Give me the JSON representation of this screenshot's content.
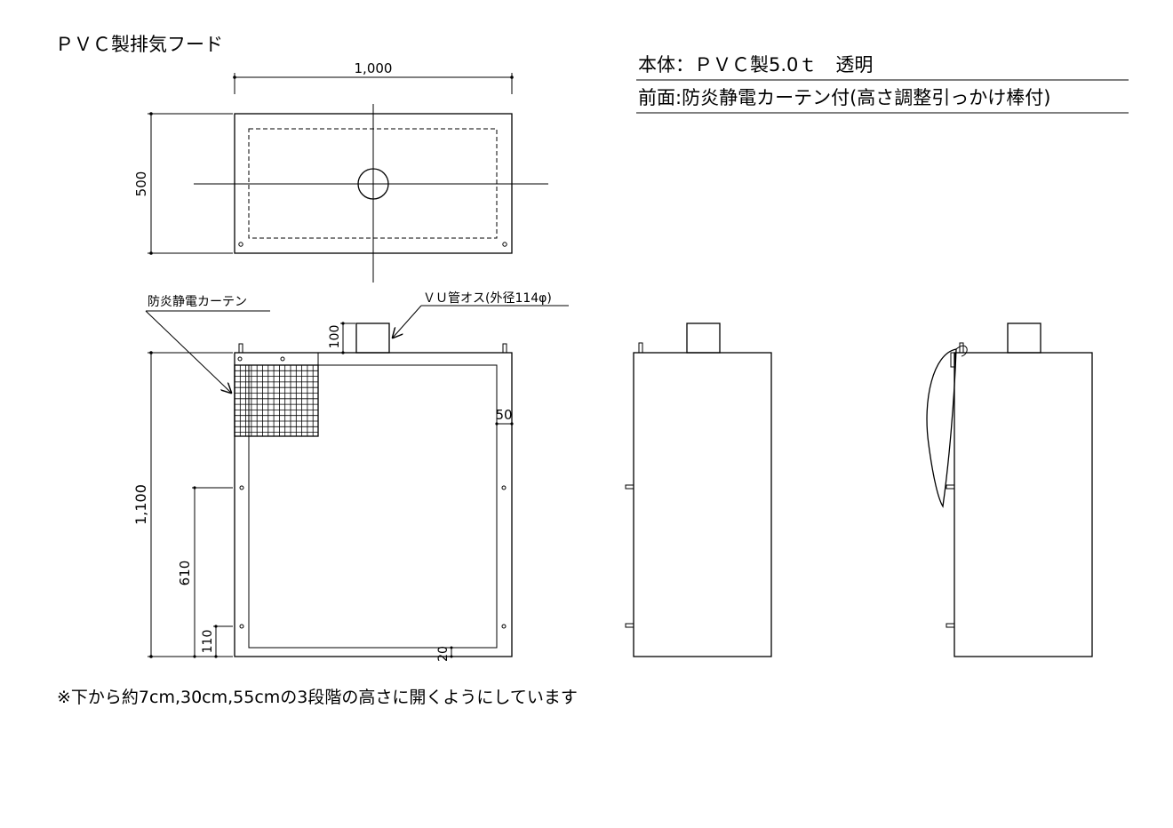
{
  "title": "ＰＶＣ製排気フード",
  "specs": {
    "body": "本体：ＰＶＣ製5.0ｔ　透明",
    "front": "前面:防炎静電カーテン付(高さ調整引っかけ棒付)"
  },
  "top_view": {
    "width_dim": "1,000",
    "depth_dim": "500"
  },
  "front_view": {
    "curtain_label": "防炎静電カーテン",
    "duct_label": "ＶＵ管オス(外径114φ)",
    "duct_height_dim": "100",
    "inner_margin_dim": "50",
    "height_dim": "1,100",
    "hook_height_dim": "610",
    "lower_hook_dim": "110",
    "bottom_margin_dim": "20"
  },
  "note": "※下から約7cm,30cm,55cmの3段階の高さに開くようにしています"
}
